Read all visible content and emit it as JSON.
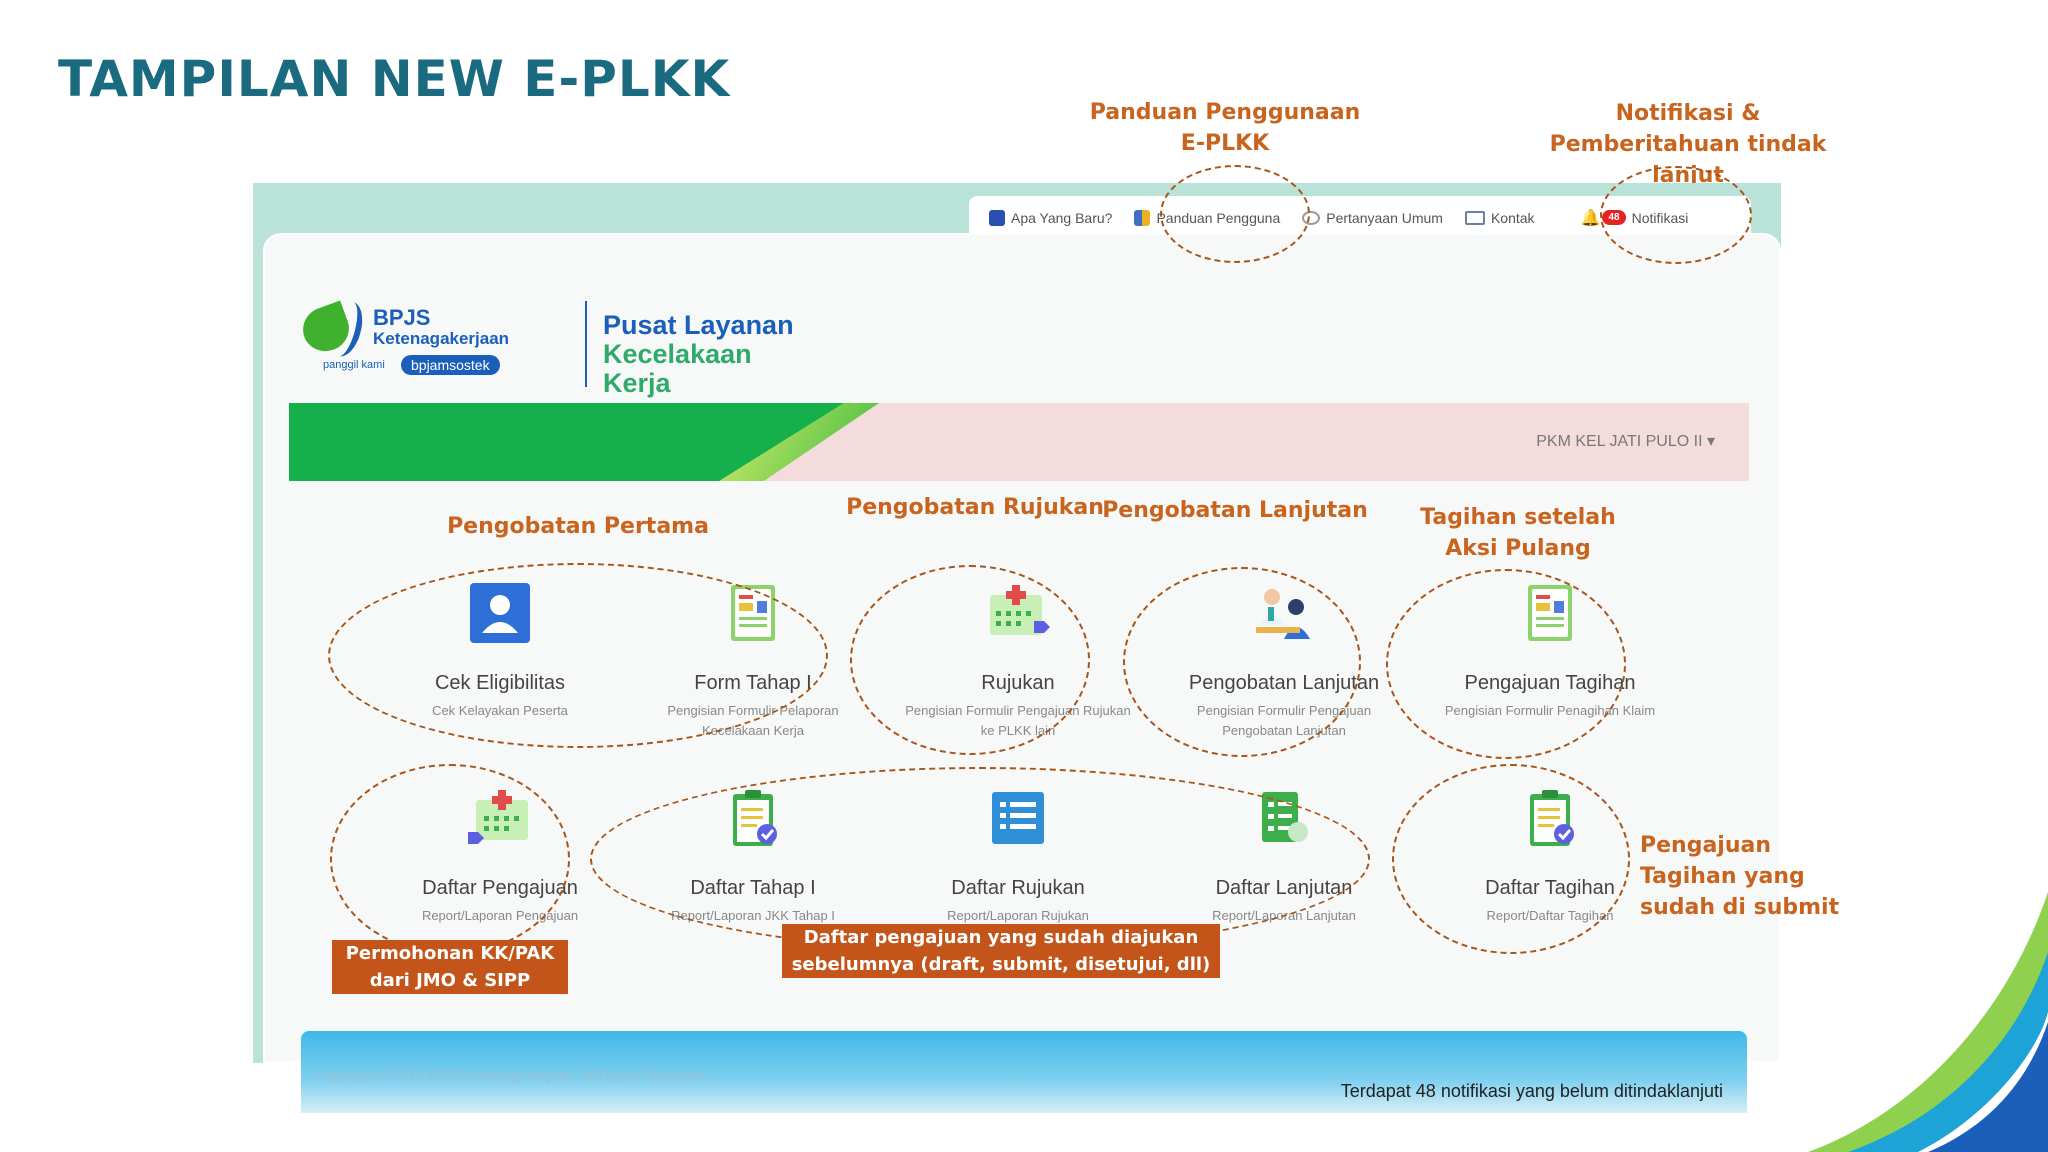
{
  "slide": {
    "title": "TAMPILAN NEW E-PLKK"
  },
  "callouts": {
    "panduan": "Panduan Penggunaan E-PLKK",
    "notifikasi": "Notifikasi & Pemberitahuan tindak lanjut",
    "pengobatan_pertama": "Pengobatan Pertama",
    "pengobatan_rujukan": "Pengobatan Rujukan",
    "pengobatan_lanjutan": "Pengobatan Lanjutan",
    "tagihan_aksi_pulang": "Tagihan setelah Aksi Pulang",
    "pengajuan_submit": "Pengajuan Tagihan yang sudah di submit",
    "permohonan": "Permohonan KK/PAK dari JMO & SIPP",
    "daftar_pengajuan_note": "Daftar pengajuan yang sudah diajukan sebelumnya (draft, submit, disetujui, dll)"
  },
  "topnav": {
    "items": [
      {
        "label": "Apa Yang Baru?",
        "icon": "info-icon"
      },
      {
        "label": "Panduan Pengguna",
        "icon": "book-icon"
      },
      {
        "label": "Pertanyaan Umum",
        "icon": "chat-bubble-icon"
      },
      {
        "label": "Kontak",
        "icon": "envelope-icon"
      }
    ],
    "notif_count": "48",
    "notif_label": "Notifikasi"
  },
  "brand": {
    "bpjs": "BPJS",
    "ketenagakerjaan": "Ketenagakerjaan",
    "panggil": "panggil kami",
    "jamsostek": "bpjamsostek",
    "title_line1": "Pusat Layanan",
    "title_line2": "Kecelakaan Kerja"
  },
  "banner": {
    "user": "PKM KEL JATI PULO II"
  },
  "tiles": [
    {
      "title": "Cek Eligibilitas",
      "subtitle": "Cek Kelayakan Peserta",
      "icon": "patient-id-icon"
    },
    {
      "title": "Form Tahap I",
      "subtitle": "Pengisian Formulir Pelaporan Kecelakaan Kerja",
      "icon": "form-1-icon"
    },
    {
      "title": "Rujukan",
      "subtitle": "Pengisian Formulir Pengajuan Rujukan ke PLKK lain",
      "icon": "hospital-referral-icon"
    },
    {
      "title": "Pengobatan Lanjutan",
      "subtitle": "Pengisian Formulir Pengajuan Pengobatan Lanjutan",
      "icon": "doctor-patient-icon"
    },
    {
      "title": "Pengajuan Tagihan",
      "subtitle": "Pengisian Formulir Penagihan Klaim",
      "icon": "form-2-icon"
    },
    {
      "title": "Daftar Pengajuan",
      "subtitle": "Report/Laporan Pengajuan",
      "icon": "hospital-list-icon"
    },
    {
      "title": "Daftar Tahap I",
      "subtitle": "Report/Laporan JKK Tahap I",
      "icon": "clipboard-check-icon"
    },
    {
      "title": "Daftar Rujukan",
      "subtitle": "Report/Laporan Rujukan",
      "icon": "list-icon"
    },
    {
      "title": "Daftar Lanjutan",
      "subtitle": "Report/Laporan Lanjutan",
      "icon": "checklist-icon"
    },
    {
      "title": "Daftar Tagihan",
      "subtitle": "Report/Daftar Tagihan",
      "icon": "clipboard-check-icon"
    }
  ],
  "footer": {
    "copyright": "Copyright © 2014 BPJS Ketenagakerjaan. All Rights Reserved.",
    "notif_text": "Terdapat 48 notifikasi yang belum ditindaklanjuti"
  },
  "colors": {
    "title": "#1a6a80",
    "callout": "#c8641e",
    "brand_blue": "#1b5fbb",
    "banner_green": "#15b04c",
    "orange_box": "#c4551a"
  }
}
